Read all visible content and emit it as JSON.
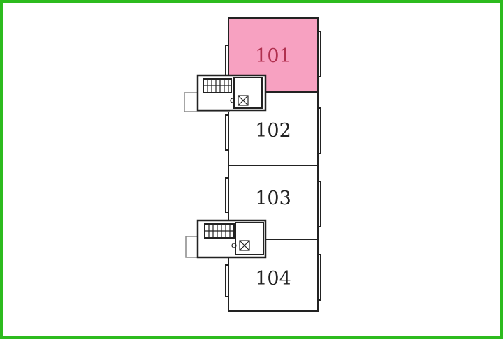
{
  "frame": {
    "border_color": "#2dbb1e"
  },
  "units": [
    {
      "id": "101",
      "label": "101",
      "highlighted": true
    },
    {
      "id": "102",
      "label": "102",
      "highlighted": false
    },
    {
      "id": "103",
      "label": "103",
      "highlighted": false
    },
    {
      "id": "104",
      "label": "104",
      "highlighted": false
    }
  ],
  "colors": {
    "highlight_fill": "#f7a1c1",
    "highlight_text": "#b0304f",
    "wall": "#222222",
    "text": "#222222"
  },
  "icons": [
    "stair-icon",
    "elevator-icon"
  ]
}
